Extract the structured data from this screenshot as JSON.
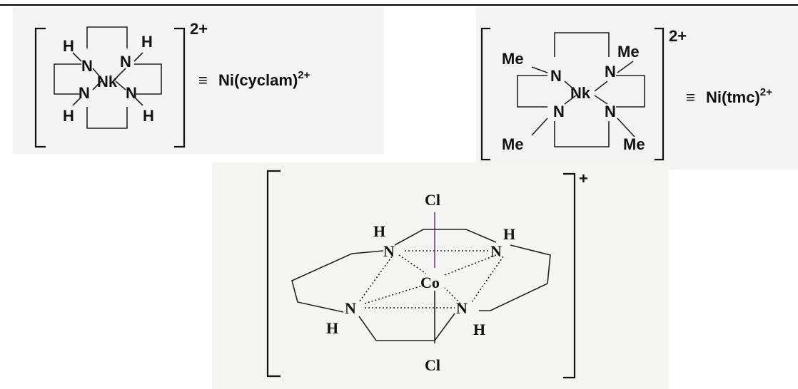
{
  "ni_cyclam": {
    "charge": "2+",
    "equiv": "≡",
    "name": "Ni(cyclam)",
    "name_sup": "2+",
    "atoms": {
      "h": "H",
      "n": "N",
      "metal": "Nk"
    }
  },
  "ni_tmc": {
    "charge": "2+",
    "equiv": "≡",
    "name": "Ni(tmc)",
    "name_sup": "2+",
    "atoms": {
      "me": "Me",
      "n": "N",
      "metal": "Nk"
    }
  },
  "co_complex": {
    "charge": "+",
    "atoms": {
      "cl": "Cl",
      "h": "H",
      "n": "N",
      "metal": "Co"
    }
  }
}
